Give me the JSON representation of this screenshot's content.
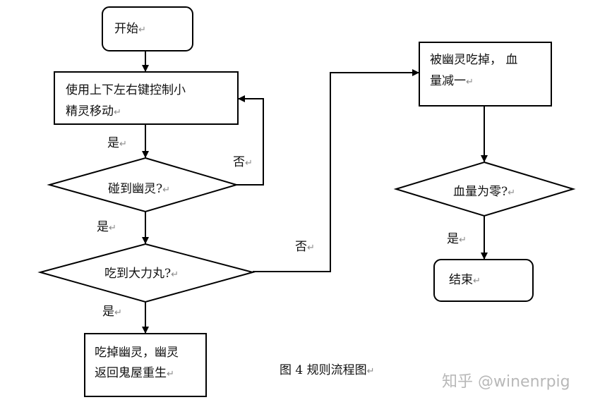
{
  "nodes": {
    "start": "开始",
    "move": [
      "使用上下左右键控制小",
      "精灵移动"
    ],
    "hit_ghost": "碰到幽灵?",
    "eat_pill": "吃到大力丸?",
    "eat_ghost": [
      "吃掉幽灵，幽灵",
      "返回鬼屋重生"
    ],
    "eaten": [
      "被幽灵吃掉，  血",
      "量减一"
    ],
    "hp_zero": "血量为零?",
    "end": "结束"
  },
  "edges": {
    "move_to_hit": "是",
    "hit_no": "否",
    "hit_yes": "是",
    "pill_yes": "是",
    "pill_no": "否",
    "hp_yes": "是"
  },
  "caption": "图 4  规则流程图",
  "watermark": "知乎 @winenrpig",
  "return_mark": "↵"
}
